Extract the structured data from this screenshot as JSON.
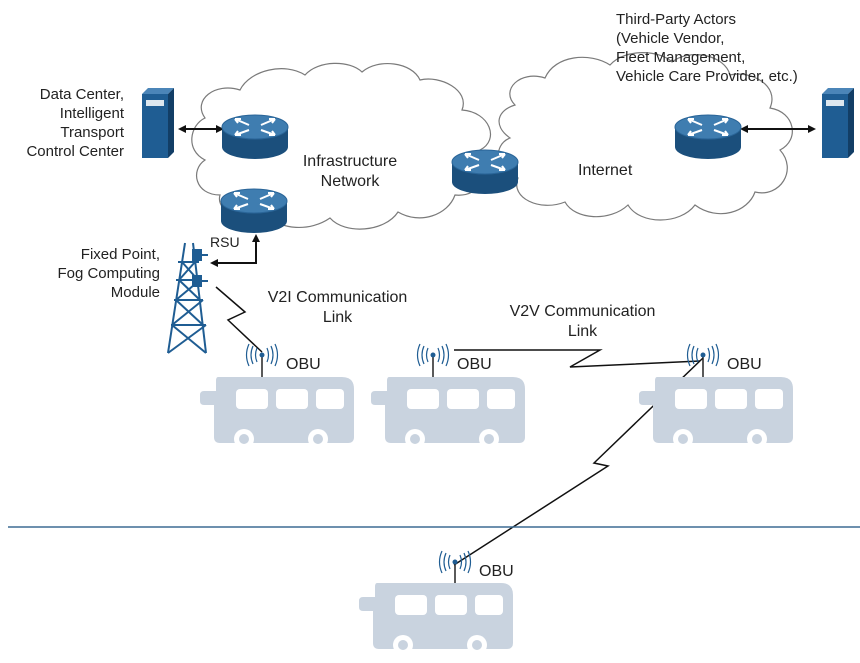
{
  "labels": {
    "data_center": "Data Center,\nIntelligent\nTransport\nControl Center",
    "third_party": "Third-Party Actors\n(Vehicle Vendor,\nFleet Management,\nVehicle Care Provider, etc.)",
    "infrastructure": "Infrastructure\nNetwork",
    "internet": "Internet",
    "rsu": "RSU",
    "fixed_point": "Fixed Point,\nFog Computing\nModule",
    "v2i": "V2I Communication\nLink",
    "v2v": "V2V Communication\nLink",
    "obu": "OBU"
  },
  "colors": {
    "router_top": "#3f7db0",
    "router_side": "#1b4f7c",
    "server": "#1f5d93",
    "tower": "#1f5d93",
    "cloud_stroke": "#7a7a7a",
    "bus": "#c9d3df",
    "divider": "#3d6c93",
    "line": "#111111"
  },
  "icons": [
    "router-icon",
    "server-icon",
    "cloud-icon",
    "tower-icon",
    "bus-icon",
    "antenna-icon"
  ]
}
